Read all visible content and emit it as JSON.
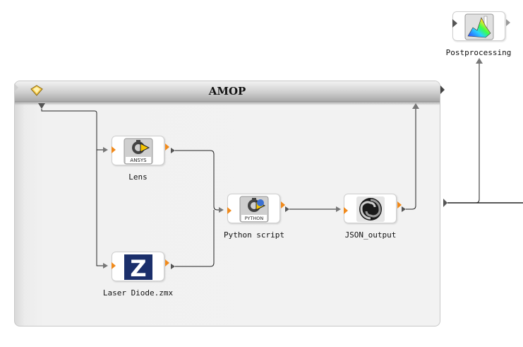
{
  "container": {
    "title": "AMOP"
  },
  "nodes": {
    "lens": {
      "label": "Lens",
      "icon_text": "ANSYS"
    },
    "laser_diode": {
      "label": "Laser Diode.zmx",
      "icon_text": "Z"
    },
    "python_script": {
      "label": "Python script",
      "icon_text": "PYTHON"
    },
    "json_output": {
      "label": "JSON_output"
    },
    "postprocessing": {
      "label": "Postprocessing"
    }
  },
  "colors": {
    "port_orange": "#f08a1c",
    "wire": "#222222",
    "zemax_blue": "#1b2f6b"
  }
}
